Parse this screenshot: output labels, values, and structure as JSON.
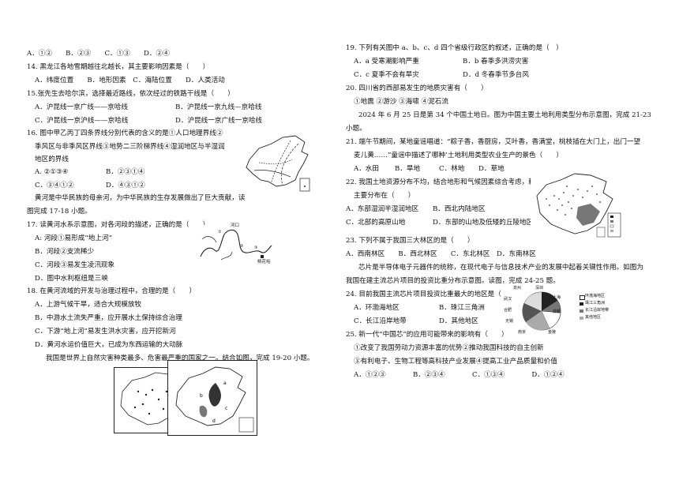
{
  "left": {
    "q13_opts": "A．①②　　B．②③　　C．①③　　D．②④",
    "q14": {
      "stem": "14.  黑龙江各地雪期越往北越长，其主要影响因素是（　　）",
      "opts": "A．纬度位置　　B．地形因素　C．海陆位置　　D．人类活动"
    },
    "q15": {
      "stem": "15.张先生去哈尔滨，选择最近路线，依次经过的铁路干线是（　　）",
      "a": "A．沪昆线一京广线——京哈线",
      "b": "B．沪昆线一京九线—京哈线",
      "c": "C．沪昆线一京沪线——京哈线",
      "d": "D．沪昆线一京广线一京哈线"
    },
    "q16": {
      "line1": "16.  图中甲乙丙丁四条界线分别代表的含义的是①人口地理界线②",
      "line2": "季风区与非季风区界线③地势二三阶梯界线④湿润地区与半湿润",
      "line3": "地区的界线",
      "a": "A. ②①③④",
      "b": "B．②③①④",
      "c": "C．③④①②",
      "d": "D．④③①②"
    },
    "intro17": {
      "line1": "黄河是中华民族的母亲河，为中华民族的生存发展做出了巨大贡献，读",
      "line2": "图完成 17-18 小题。"
    },
    "q17": {
      "stem": "17.  读黄河水系示意图，对各河段的描述，正确的是（　　）",
      "a": "A: 河段①易形成“地上河”",
      "b": "B．河段②支流稀少",
      "c": "C．河段③易发生凌汛现象",
      "d": "D．图中水利枢纽是三峡",
      "map_labels": [
        "河口",
        "桃花峪"
      ]
    },
    "q18": {
      "stem": "18.  在黄河流域的开发与治理过程中，合理的是（　　）",
      "a": "A．上游气候干旱，适合大规模放牧",
      "b": "B．中游水土流失严重，应开展水土保持综合治理",
      "c": "C．下游“地上河”易发生洪水灾害，应开挖新河",
      "d": "D．黄河水运价值巨大，已成为东西运输的大动脉"
    },
    "intro19": "我国是世界上自然灾害种类最多、危害最严重的国家之一。结合如图，完成 19-20 小题。"
  },
  "right": {
    "q19": {
      "stem": "19.  下列有关图中 a、b、c、d 四个省级行政区的叙述，正确的是（　）",
      "a": "A．a 受寒潮影响严重",
      "b": "B．b 春季多洪涝灾害",
      "c": "C．c 夏季不会有旱灾",
      "d": "D．d 冬春季节多台风"
    },
    "q20": {
      "stem": "20.  四川省的西部易发生的地质灾害有（　　）",
      "items": "①地震 ②游沙 ③海啸 ④泥石流"
    },
    "intro21": {
      "line1": "2024 年 6 月 25 日是第 34 个中国土地日。图为中国主要土地利用类型分布示意图，完成 21-23",
      "line2": "小题。"
    },
    "q21": {
      "line1": "21.  端午节期间，某地童谣唱道：“粽子香，香厨房，艾叶香，香满堂，桃枝插在大门上，出门一望",
      "line2": "麦儿黄……”童谣中描述了哪种’土地利用类型农业生产的景色（　　）",
      "a": "A．水田",
      "b": "B．旱地",
      "c": "C．林地",
      "d": "D．草地"
    },
    "q22": {
      "line1": "22.  我国土地资源分布不均，结合地形和气候因素综合考虑，耕地",
      "line2": "主要分布在（　　）",
      "a": "A．东部湿润半湿润地区",
      "b": "B．西北内陆地区",
      "c": "C．北部的高原山地",
      "d": "D．东部的山地及低矮的丘陵地区"
    },
    "q23": {
      "stem": "23.  下列不属于我国三大林区的是（　　）",
      "opts": "A．西南林区　　B．西北林区　　C．东北林区　D．东南林区"
    },
    "intro24": {
      "line1": "芯片是半导体电子元器件的统称，在现代电子与信息技术产业的发展中起着关键性作用。如图为",
      "line2": "我国在建主流芯片项目的投资比重分布示意图。读图，完成 24-25 题。"
    },
    "q24": {
      "stem": "24.  目前我国主流芯片项目投资比重最大的地区是（　　）",
      "a": "A．环渤海地区",
      "b": "B．珠江三角洲",
      "c": "C．长江沿岸地带",
      "d": "D．其他地区"
    },
    "q25": {
      "stem": "25.  新一代“中国芯”的应用可能带来的影响有（　　）",
      "line1": "①改变了我国劳动力资源丰富的优势②推动我国科技的自主创新",
      "line2": "③有利电子、生物工程等高科技产业发展④提高工业产品质量和价值",
      "opts": "A．①②③　　　　B．②③④　　　　C．①③④　　　　D．①②④"
    },
    "pie_labels": [
      "泉州",
      "深圳",
      "武汉",
      "合肥",
      "上海",
      "成都",
      "无锡",
      "南京",
      "金陵"
    ],
    "pie_legend": [
      "环渤海地区",
      "珠江三角洲",
      "长江沿岸地带",
      "其他地区"
    ]
  },
  "colors": {
    "text": "#111111",
    "line": "#222222",
    "fill": "#555555"
  }
}
